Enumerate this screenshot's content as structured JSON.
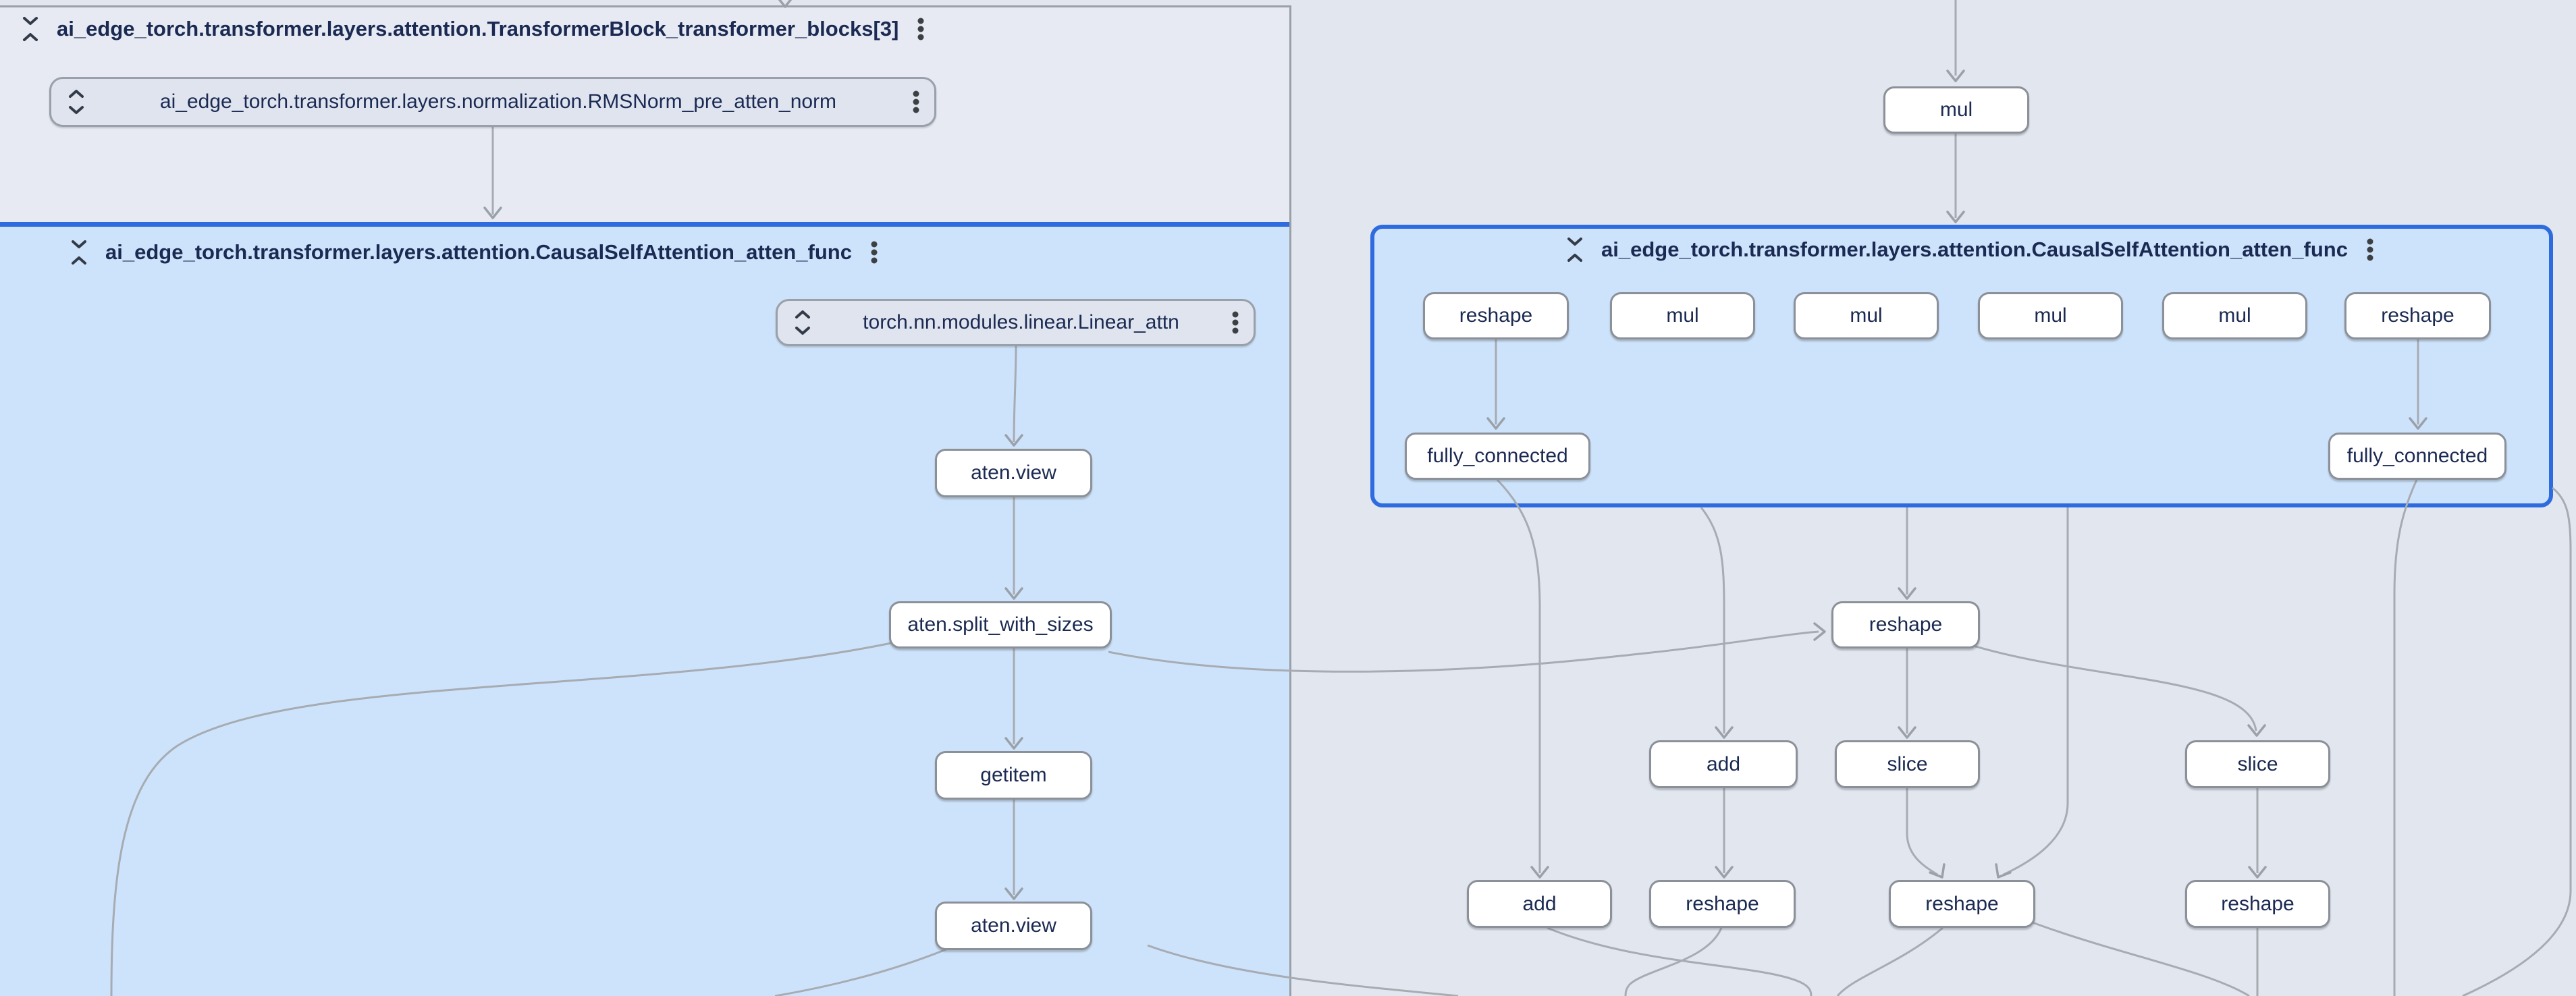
{
  "colors": {
    "canvas_bg": "#e2e6ef",
    "group_panel_bg": "#e7eaf3",
    "attention_panel_bg": "#cde3fb",
    "selected_border_blue": "#2e6bde",
    "node_border_gray": "#8b9099",
    "edge_gray": "#a7abb2",
    "text_navy": "#1b2a52"
  },
  "panels": {
    "transformer_block": {
      "title": "ai_edge_torch.transformer.layers.attention.TransformerBlock_transformer_blocks[3]"
    },
    "attention_left": {
      "title": "ai_edge_torch.transformer.layers.attention.CausalSelfAttention_atten_func"
    },
    "attention_right": {
      "title": "ai_edge_torch.transformer.layers.attention.CausalSelfAttention_atten_func"
    }
  },
  "icons": {
    "collapse": "unfold-less-icon",
    "expand": "unfold-more-icon",
    "menu": "more-options-icon"
  },
  "layer_nodes": [
    {
      "id": "rmsnorm",
      "label": "ai_edge_torch.transformer.layers.normalization.RMSNorm_pre_atten_norm"
    },
    {
      "id": "linear",
      "label": "torch.nn.modules.linear.Linear_attn"
    }
  ],
  "op_nodes": [
    {
      "id": "mul_top",
      "label": "mul"
    },
    {
      "id": "reshape_a",
      "label": "reshape"
    },
    {
      "id": "mul_1",
      "label": "mul"
    },
    {
      "id": "mul_2",
      "label": "mul"
    },
    {
      "id": "mul_3",
      "label": "mul"
    },
    {
      "id": "mul_4",
      "label": "mul"
    },
    {
      "id": "reshape_b",
      "label": "reshape"
    },
    {
      "id": "fc_1",
      "label": "fully_connected"
    },
    {
      "id": "fc_2",
      "label": "fully_connected"
    },
    {
      "id": "aten_view_1",
      "label": "aten.view"
    },
    {
      "id": "split",
      "label": "aten.split_with_sizes"
    },
    {
      "id": "reshape_mid",
      "label": "reshape"
    },
    {
      "id": "getitem",
      "label": "getitem"
    },
    {
      "id": "add_top",
      "label": "add"
    },
    {
      "id": "slice_1",
      "label": "slice"
    },
    {
      "id": "slice_2",
      "label": "slice"
    },
    {
      "id": "aten_view_2",
      "label": "aten.view"
    },
    {
      "id": "add_bottom",
      "label": "add"
    },
    {
      "id": "reshape_1",
      "label": "reshape"
    },
    {
      "id": "reshape_2",
      "label": "reshape"
    },
    {
      "id": "reshape_3",
      "label": "reshape"
    }
  ]
}
